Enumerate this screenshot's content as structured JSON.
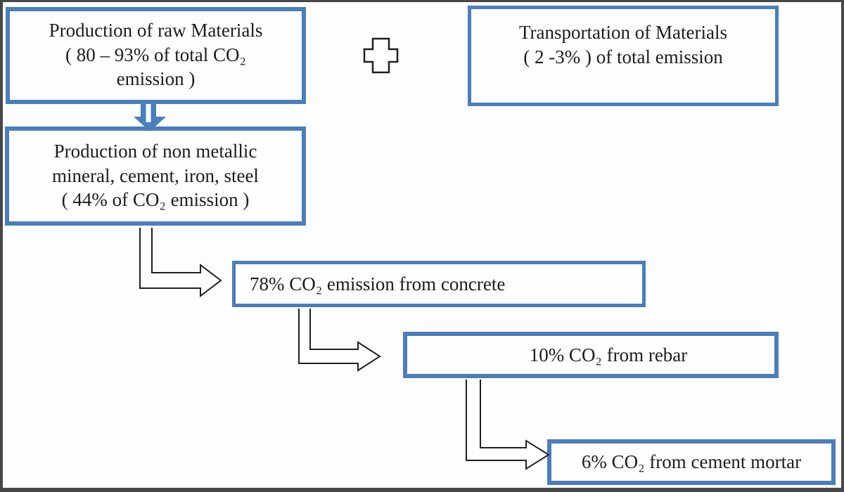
{
  "colors": {
    "box_border_blue": "#4a7ebc",
    "arrow_blue": "#4a7ebc",
    "connector_black": "#1f1f1f",
    "outer_frame_gray": "#474747",
    "text": "#1c1c1c",
    "background": "#fdfdfd"
  },
  "boxes": {
    "raw_materials": {
      "lines": [
        "Production of raw Materials",
        "( 80 – 93% of total CO₂",
        "emission )"
      ]
    },
    "transportation": {
      "lines": [
        "Transportation of Materials",
        "( 2 -3% ) of total emission"
      ]
    },
    "non_metallic": {
      "lines": [
        "Production of non metallic",
        "mineral, cement, iron, steel",
        "( 44% of CO₂ emission )"
      ]
    },
    "concrete": {
      "label": "78% CO₂ emission from concrete"
    },
    "rebar": {
      "label": "10% CO₂ from rebar"
    },
    "mortar": {
      "label": "6% CO₂ from cement mortar"
    }
  },
  "connectors": {
    "plus_icon": "plus-shape",
    "blue_double_down_arrow": "raw-materials to non-metallic-production",
    "elbow_arrow_1": "non-metallic-production to concrete",
    "elbow_arrow_2": "concrete to rebar",
    "elbow_arrow_3": "rebar to cement-mortar"
  }
}
